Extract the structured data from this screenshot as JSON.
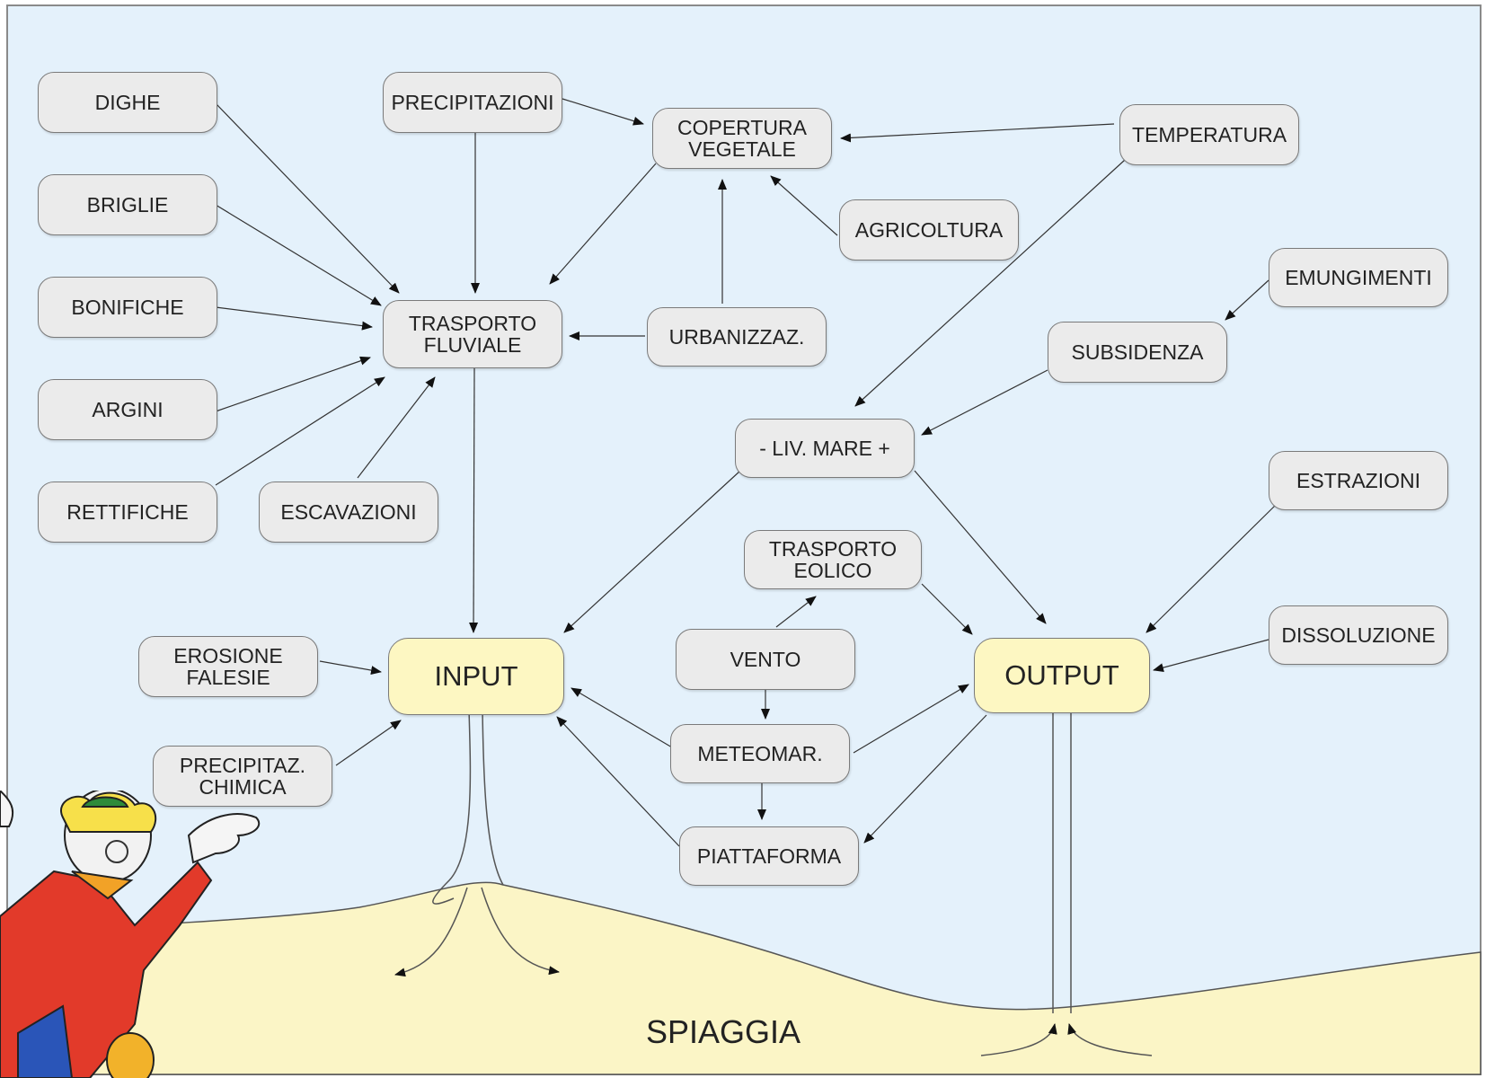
{
  "nodes": {
    "dighe": "DIGHE",
    "briglie": "BRIGLIE",
    "bonifiche": "BONIFICHE",
    "argini": "ARGINI",
    "rettifiche": "RETTIFICHE",
    "escavazioni": "ESCAVAZIONI",
    "precipitazioni": "PRECIPITAZIONI",
    "copertura_vegetale": "COPERTURA\nVEGETALE",
    "temperatura": "TEMPERATURA",
    "agricoltura": "AGRICOLTURA",
    "trasporto_fluviale": "TRASPORTO\nFLUVIALE",
    "urbanizzaz": "URBANIZZAZ.",
    "emungimenti": "EMUNGIMENTI",
    "subsidenza": "SUBSIDENZA",
    "liv_mare": "- LIV. MARE +",
    "estrazioni": "ESTRAZIONI",
    "trasporto_eolico": "TRASPORTO\nEOLICO",
    "dissoluzione": "DISSOLUZIONE",
    "erosione_falesie": "EROSIONE\nFALESIE",
    "input": "INPUT",
    "vento": "VENTO",
    "output": "OUTPUT",
    "precipitaz_chimica": "PRECIPITAZ.\nCHIMICA",
    "meteomar": "METEOMAR.",
    "piattaforma": "PIATTAFORMA"
  },
  "beach_label": "SPIAGGIA",
  "colors": {
    "sky": "#e4f1fb",
    "sand": "#fbf5c6",
    "node_fill": "#ebebeb",
    "io_fill": "#fdf7c2"
  }
}
